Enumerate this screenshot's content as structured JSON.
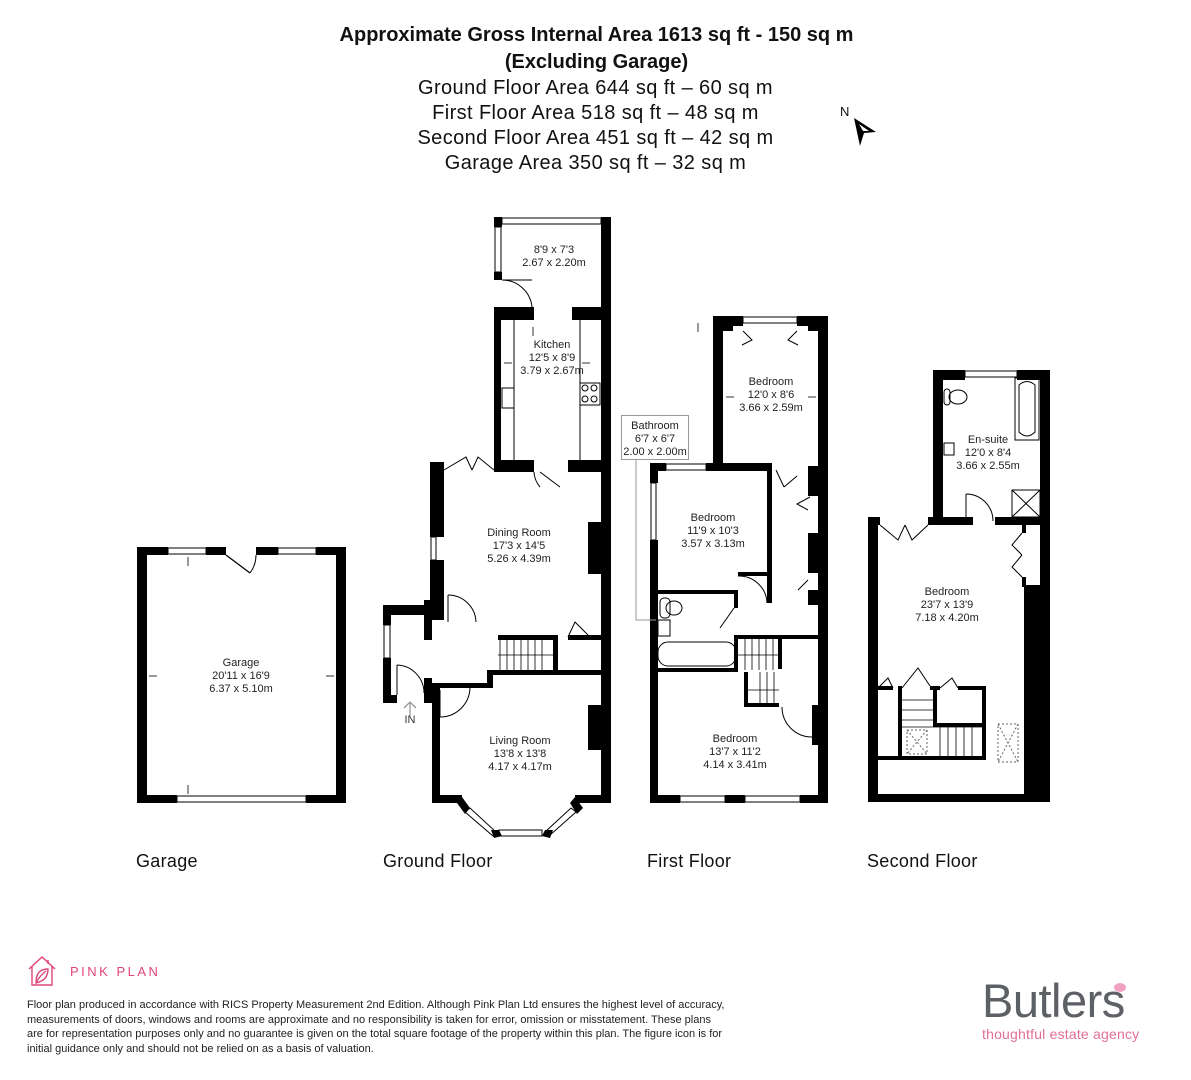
{
  "header": {
    "title_line1": "Approximate Gross Internal Area 1613 sq ft - 150 sq m",
    "title_line2": "(Excluding Garage)",
    "areas": [
      "Ground Floor Area 644 sq ft – 60 sq m",
      "First Floor Area 518 sq ft – 48 sq m",
      "Second Floor Area 451 sq ft – 42 sq m",
      "Garage Area 350 sq ft – 32 sq m"
    ]
  },
  "compass": {
    "label": "N",
    "icon": "north-arrow-icon"
  },
  "floors": {
    "garage": {
      "label": "Garage",
      "rooms": [
        {
          "name": "Garage",
          "imperial": "20'11 x 16'9",
          "metric": "6.37 x 5.10m"
        }
      ]
    },
    "ground": {
      "label": "Ground Floor",
      "entrance_label": "IN",
      "rooms": [
        {
          "name": "",
          "imperial": "8'9 x 7'3",
          "metric": "2.67 x 2.20m"
        },
        {
          "name": "Kitchen",
          "imperial": "12'5 x 8'9",
          "metric": "3.79 x 2.67m"
        },
        {
          "name": "Dining Room",
          "imperial": "17'3 x 14'5",
          "metric": "5.26 x 4.39m"
        },
        {
          "name": "Living Room",
          "imperial": "13'8 x 13'8",
          "metric": "4.17 x 4.17m"
        }
      ]
    },
    "first": {
      "label": "First Floor",
      "rooms": [
        {
          "name": "Bedroom",
          "imperial": "12'0 x 8'6",
          "metric": "3.66 x 2.59m"
        },
        {
          "name": "Bathroom",
          "imperial": "6'7 x 6'7",
          "metric": "2.00 x 2.00m"
        },
        {
          "name": "Bedroom",
          "imperial": "11'9 x 10'3",
          "metric": "3.57 x 3.13m"
        },
        {
          "name": "Bedroom",
          "imperial": "13'7 x 11'2",
          "metric": "4.14 x 3.41m"
        }
      ]
    },
    "second": {
      "label": "Second Floor",
      "rooms": [
        {
          "name": "En-suite",
          "imperial": "12'0 x 8'4",
          "metric": "3.66 x 2.55m"
        },
        {
          "name": "Bedroom",
          "imperial": "23'7 x 13'9",
          "metric": "7.18 x 4.20m"
        }
      ]
    }
  },
  "footer": {
    "pinkplan_brand": "PINK PLAN",
    "disclaimer": "Floor plan produced in accordance with RICS Property Measurement 2nd Edition. Although Pink Plan Ltd ensures the highest level of accuracy, measurements of doors, windows and rooms are approximate and no responsibility is taken for error, omission or misstatement. These plans are for representation purposes only and no guarantee is given on the total square footage of the property within this plan. The figure icon is for initial guidance only and should not be relied on as a basis of valuation.",
    "agency_name": "Butler's",
    "agency_name_base": "Butler",
    "agency_name_suffix": "s",
    "agency_tagline": "thoughtful estate agency"
  },
  "colors": {
    "wall": "#000000",
    "pink_brand": "#e0457b",
    "agency_grey": "#5d6064",
    "agency_pink": "#e36e98"
  }
}
